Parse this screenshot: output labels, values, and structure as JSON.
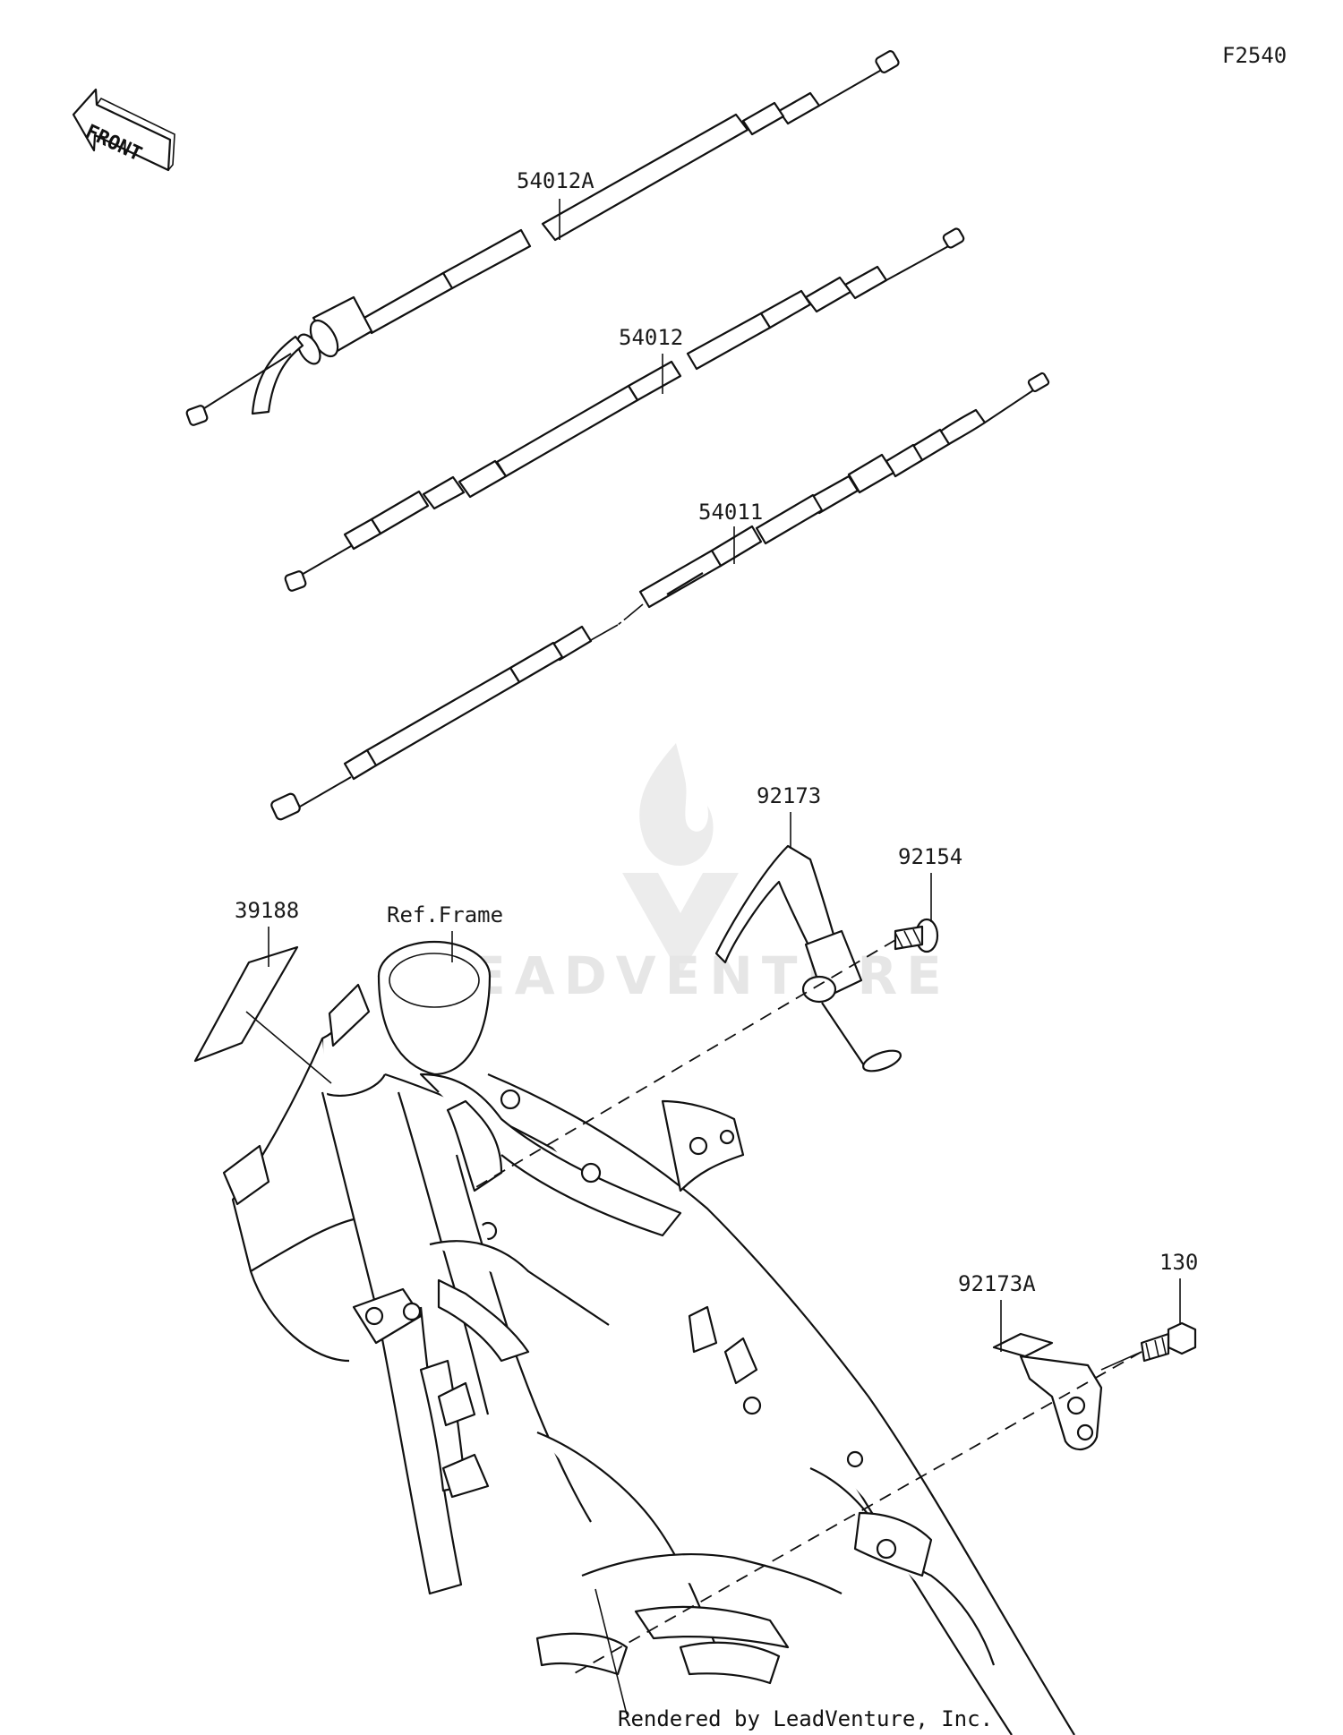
{
  "diagram_code": "F2540",
  "front_arrow": {
    "text": "FRONT"
  },
  "watermark": {
    "text": "LEADVENTURE"
  },
  "footer": {
    "text": "Rendered by LeadVenture, Inc."
  },
  "callouts": {
    "p54012A": "54012A",
    "p54012": "54012",
    "p54011": "54011",
    "p92173": "92173",
    "p92154": "92154",
    "p39188": "39188",
    "ref_frame": "Ref.Frame",
    "p92173A": "92173A",
    "p130": "130"
  }
}
